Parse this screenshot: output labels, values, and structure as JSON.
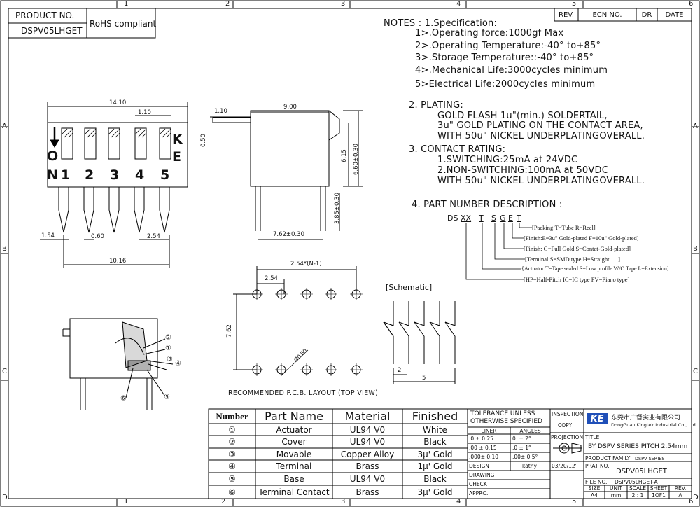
{
  "border": {
    "top_numbers": [
      "1",
      "2",
      "3",
      "4",
      "5",
      "6"
    ],
    "bottom_numbers": [
      "1",
      "2",
      "3",
      "4",
      "5",
      "6"
    ],
    "side_letters": [
      "A",
      "B",
      "C",
      "D"
    ]
  },
  "header": {
    "product_label": "PRODUCT   NO.",
    "product_value": "DSPV05LHGET",
    "rohs": "RoHS compliant"
  },
  "revision": {
    "headers": [
      "REV.",
      "ECN NO.",
      "DR",
      "DATE"
    ]
  },
  "notes": {
    "title": "NOTES : 1.Specification:",
    "spec": [
      "1>.Operating force:1000gf Max",
      "2>.Operating Temperature:-40° to+85°",
      "3>.Storage Temperature::-40° to+85°",
      "4>.Mechanical Life:3000cycles minimum",
      "5>Electrical Life:2000cycles minimum"
    ],
    "plating_title": "2. PLATING:",
    "plating": [
      "GOLD FLASH 1u\"(min.) SOLDERTAIL,",
      "3u\" GOLD PLATING  ON THE CONTACT AREA,",
      "WITH 50u\" NICKEL UNDERPLATINGOVERALL."
    ],
    "contact_title": "3. CONTACT RATING:",
    "contact": [
      "1.SWITCHING:25mA at 24VDC",
      "2.NON-SWITCHING:100mA at 50VDC",
      "WITH 50u\" NICKEL UNDERPLATINGOVERALL."
    ],
    "pn_title": "4. PART NUMBER DESCRIPTION :",
    "pn_code": [
      "DS",
      "XX",
      "T",
      "S",
      "G",
      "E",
      "T"
    ],
    "pn_lines": [
      "[Packing:T=Tube R=Reel]",
      "[Finish:E=3u\" Gold-plated F=10u\" Gold-plated]",
      "[Finish: G=Full Gold S=Contat-Gold-plated]",
      "[Terminal:S=SMD type  H=Straight......]",
      "{Actuator:T=Tape sealed S=Low profile W/O Tape L=Extension]",
      "[HP=Half-Pitch IC=IC type PV=Piano type]"
    ]
  },
  "top_view": {
    "dims": [
      "14.10",
      "1.10",
      "1.54",
      "0.60",
      "2.54",
      "10.16"
    ],
    "labels": [
      "O",
      "N",
      "K",
      "E"
    ],
    "numbers": [
      "1",
      "2",
      "3",
      "4",
      "5"
    ]
  },
  "side_view": {
    "dims": [
      "1.10",
      "9.00",
      "0.50",
      "6.15",
      "6.60±0.30",
      "7.62±0.30",
      "3.85±0.30"
    ]
  },
  "pcb": {
    "dims": [
      "2.54*(N-1)",
      "2.54",
      "7.62",
      "Ø0.80"
    ],
    "caption": "RECOMMENDED P.C.B. LAYOUT (TOP VIEW)"
  },
  "schematic": {
    "label": "[Schematic]",
    "dims": [
      "2",
      "5"
    ]
  },
  "section": {
    "callouts": [
      "①",
      "②",
      "③",
      "④",
      "⑤",
      "⑥"
    ]
  },
  "bom": {
    "headers": [
      "Number",
      "Part Name",
      "Material",
      "Finished"
    ],
    "rows": [
      {
        "num": "①",
        "name": "Actuator",
        "material": "UL94 V0",
        "finish": "White"
      },
      {
        "num": "②",
        "name": "Cover",
        "material": "UL94 V0",
        "finish": "Black"
      },
      {
        "num": "③",
        "name": "Movable",
        "material": "Copper Alloy",
        "finish": "3μ' Gold"
      },
      {
        "num": "④",
        "name": "Terminal",
        "material": "Brass",
        "finish": "1μ' Gold"
      },
      {
        "num": "⑤",
        "name": "Base",
        "material": "UL94 V0",
        "finish": "Black"
      },
      {
        "num": "⑥",
        "name": "Terminal Contact",
        "material": "Brass",
        "finish": "3μ' Gold"
      }
    ]
  },
  "tolerance": {
    "title1": "TOLERANCE  UNLESS",
    "title2": "OTHERWISE  SPECIFIED",
    "liner": "LINER",
    "angles": "ANGLES",
    "rows": [
      {
        "l": ".0   ±  0.25",
        "a": "0.  ±   2°"
      },
      {
        "l": ".00  ±  0.15",
        "a": ".0  ±   1°"
      },
      {
        "l": ".000±  0.10",
        "a": ".00±   0.5°"
      }
    ],
    "design": "DESIGN",
    "designer": "kathy",
    "drawing": "DRAWING",
    "check": "CHECK",
    "appro": "APPRO."
  },
  "inspection": {
    "title1": "INSPECTION",
    "copy": "COPY",
    "projection": "PROJECTION",
    "date": "03/20/12'"
  },
  "titleblock": {
    "logo": "KE",
    "company_cn": "东莞市广督实业有限公司",
    "company_en": "DongGuan Kingtek Industrial Co., Ltd.",
    "title_label": "TITLE",
    "title": "BY DSPV SERIES PITCH 2.54mm",
    "family_label": "PRODUCT  FAMILY",
    "family": "DSPV SERIES",
    "prat_label": "PRAT NO.",
    "prat": "DSPV05LHGET",
    "file_label": "FILE  NO.",
    "file": "DSPV05LHGET-A",
    "bottom_headers": [
      "SIZE",
      "UNIT",
      "SCALE",
      "SHEET",
      "REV."
    ],
    "bottom_values": [
      "A4",
      "mm",
      "2  :  1",
      "1OF1",
      "A"
    ]
  }
}
